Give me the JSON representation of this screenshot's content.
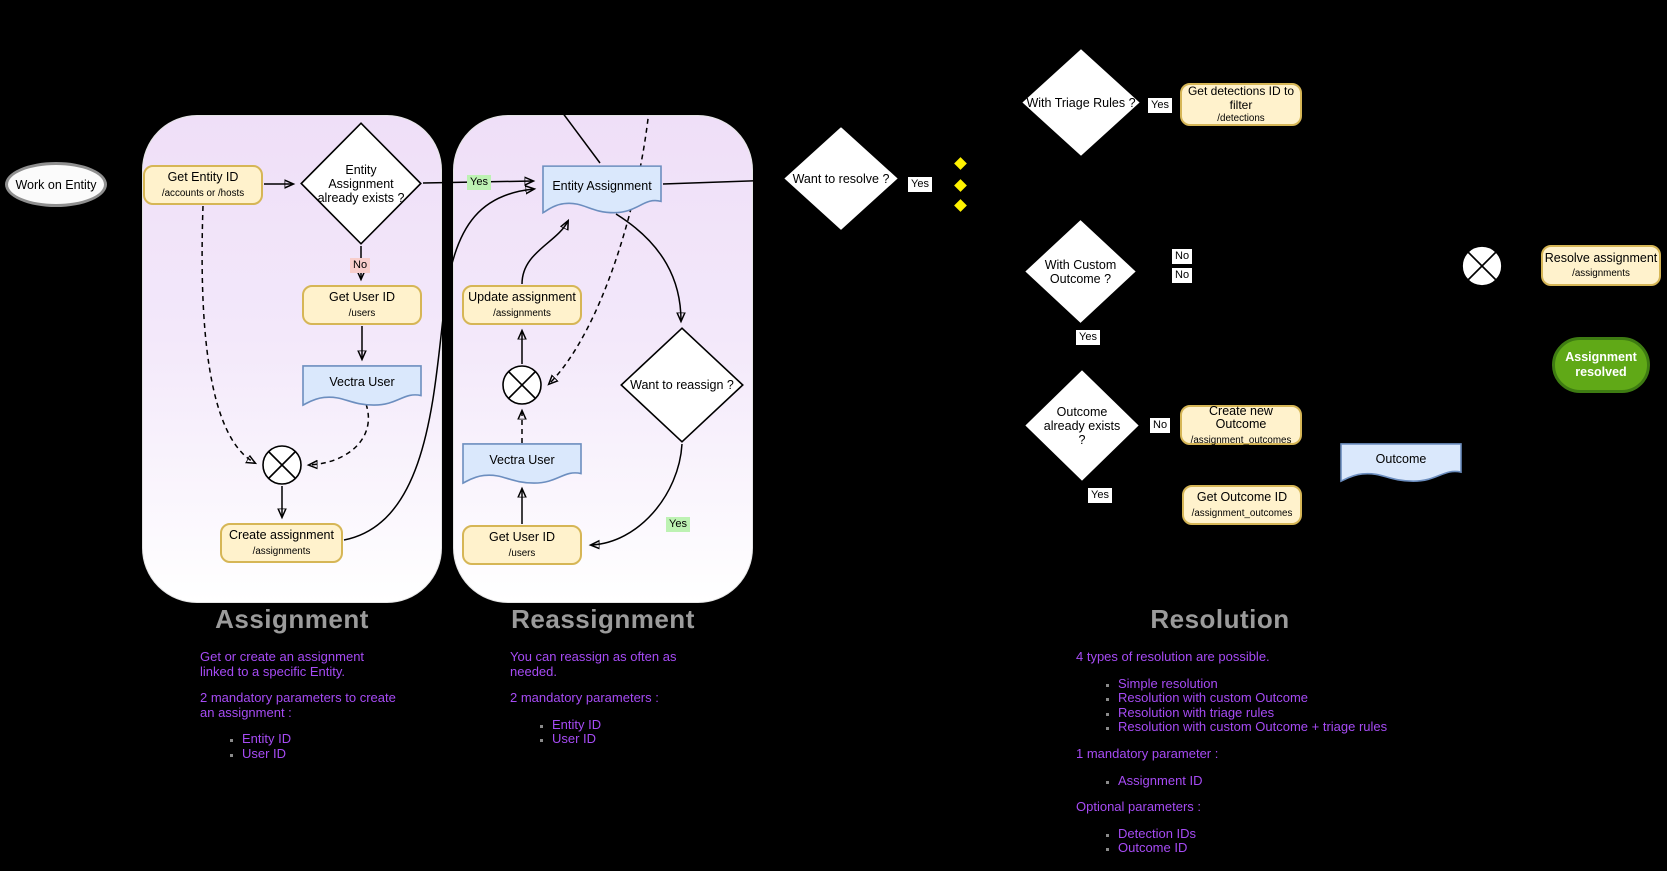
{
  "canvas": {
    "background": "#000000"
  },
  "labels": {
    "yes": "Yes",
    "no": "No"
  },
  "start": {
    "label": "Work on Entity"
  },
  "nodes": {
    "get_entity_id": {
      "label": "Get Entity ID",
      "endpoint": "/accounts or /hosts"
    },
    "entity_assignment_exists": {
      "label": "Entity Assignment already exists ?"
    },
    "get_user_id_assignment": {
      "label": "Get User ID",
      "endpoint": "/users"
    },
    "vectra_user_assignment": {
      "label": "Vectra User"
    },
    "create_assignment": {
      "label": "Create assignment",
      "endpoint": "/assignments"
    },
    "entity_assignment": {
      "label": "Entity Assignment"
    },
    "update_assignment": {
      "label": "Update assignment",
      "endpoint": "/assignments"
    },
    "vectra_user_reassignment": {
      "label": "Vectra User"
    },
    "get_user_id_reassignment": {
      "label": "Get User ID",
      "endpoint": "/users"
    },
    "want_to_reassign": {
      "label": "Want to reassign ?"
    },
    "want_to_resolve": {
      "label": "Want to resolve ?"
    },
    "with_triage_rules": {
      "label": "With Triage Rules ?"
    },
    "get_detections": {
      "label": "Get detections ID to filter",
      "endpoint": "/detections"
    },
    "with_custom_outcome": {
      "label": "With Custom Outcome ?"
    },
    "outcome_already_exists": {
      "label": "Outcome already exists ?"
    },
    "create_new_outcome": {
      "label": "Create new Outcome",
      "endpoint": "/assignment_outcomes"
    },
    "get_outcome_id": {
      "label": "Get Outcome ID",
      "endpoint": "/assignment_outcomes"
    },
    "outcome": {
      "label": "Outcome"
    },
    "resolve_assignment": {
      "label": "Resolve assignment",
      "endpoint": "/assignments"
    },
    "assignment_resolved": {
      "label": "Assignment resolved"
    }
  },
  "sections": {
    "assignment": {
      "title": "Assignment",
      "para1": [
        "Get or create an assignment",
        "linked to a specific Entity."
      ],
      "para2": [
        "2 mandatory parameters to create",
        "an assignment :"
      ],
      "bullets": [
        "Entity ID",
        "User ID"
      ]
    },
    "reassignment": {
      "title": "Reassignment",
      "para1": [
        "You can reassign as often as",
        "needed."
      ],
      "para2": [
        "2 mandatory parameters :"
      ],
      "bullets": [
        "Entity ID",
        "User ID"
      ]
    },
    "resolution": {
      "title": "Resolution",
      "para1": [
        "4 types of resolution are possible."
      ],
      "bullets1": [
        "Simple resolution",
        "Resolution with custom Outcome",
        "Resolution with triage rules",
        "Resolution with custom Outcome + triage rules"
      ],
      "para2": [
        "1 mandatory parameter :"
      ],
      "bullets2": [
        "Assignment ID"
      ],
      "para3": [
        "Optional parameters :"
      ],
      "bullets3": [
        "Detection IDs",
        "Outcome ID"
      ]
    }
  },
  "colors": {
    "background": "#000000",
    "process_fill": "#FFF2CC",
    "process_stroke": "#D6B656",
    "data_fill": "#DAE8FC",
    "data_stroke": "#6C8EBF",
    "end_fill": "#60A917",
    "end_stroke": "#3E7C12",
    "yes_label_bg": "#BDF2B3",
    "no_label_bg": "#F8CECC",
    "note_text": "#A64BF4",
    "title_text": "#9B9B9B",
    "container_top": "#EFDFF8",
    "waypoint_yellow": "#FFF200"
  }
}
